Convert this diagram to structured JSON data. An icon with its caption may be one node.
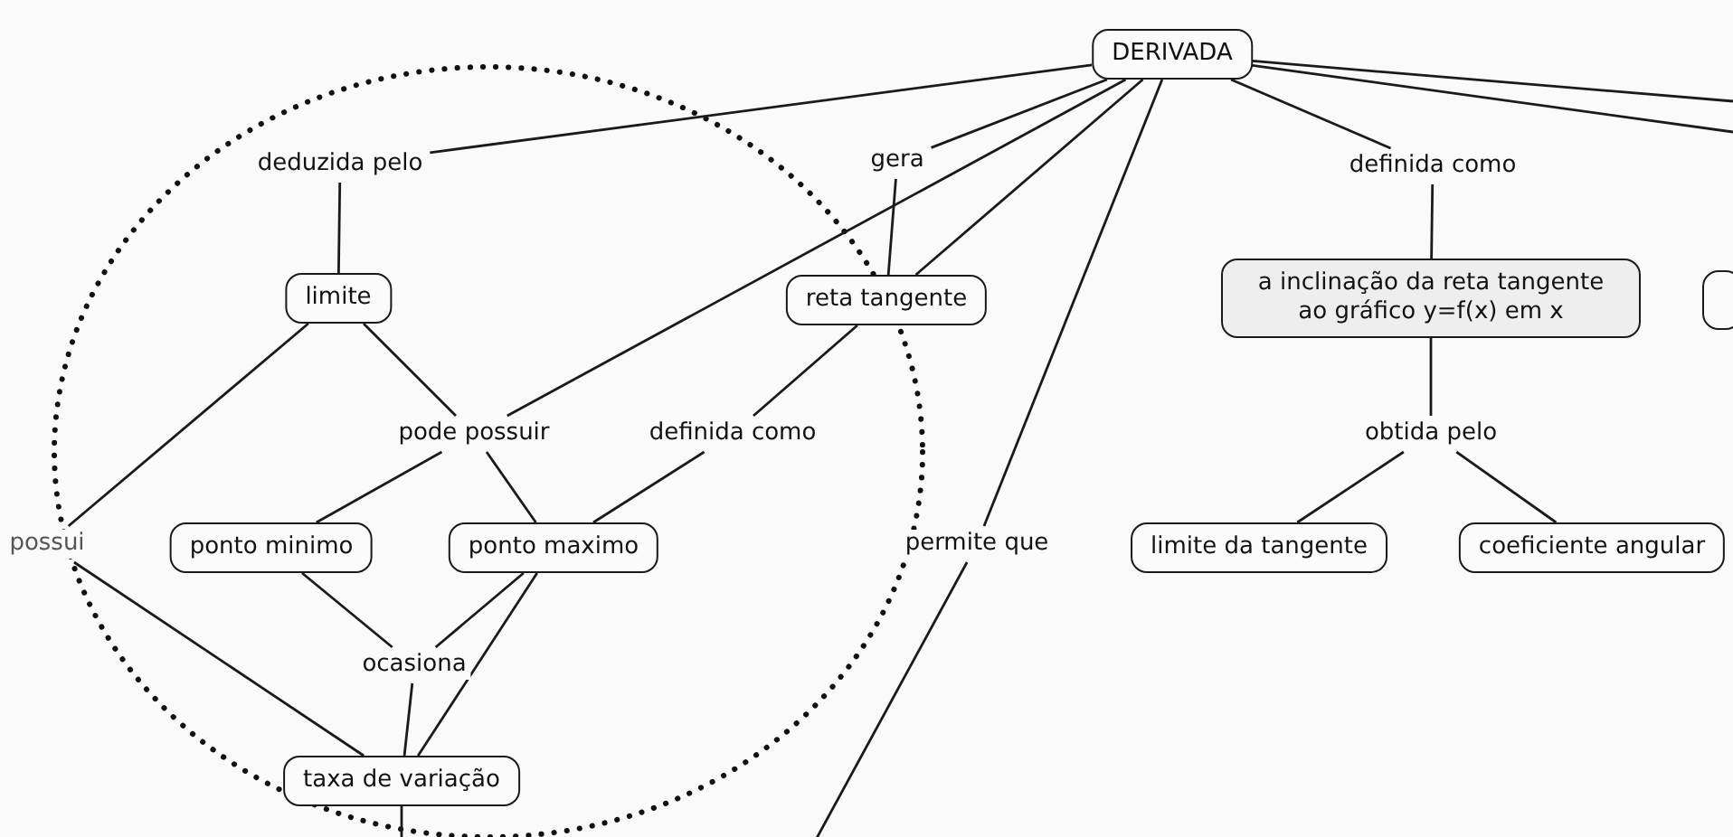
{
  "diagram": {
    "nodes": [
      {
        "text": [
          "DERIVADA"
        ]
      },
      {
        "text": [
          "deduzida pelo"
        ]
      },
      {
        "text": [
          "gera"
        ]
      },
      {
        "text": [
          "definida como"
        ]
      },
      {
        "text": [
          "limite"
        ]
      },
      {
        "text": [
          "reta tangente"
        ]
      },
      {
        "text": [
          "a inclinação da reta tangente ao gráfico y=f(x) em x"
        ]
      },
      {
        "text": [
          "pode possuir"
        ]
      },
      {
        "text": [
          "definida como"
        ]
      },
      {
        "text": [
          "obtida pelo"
        ]
      },
      {
        "text": [
          "possui"
        ]
      },
      {
        "text": [
          "ponto minimo"
        ]
      },
      {
        "text": [
          "ponto maximo"
        ]
      },
      {
        "text": [
          "permite que"
        ]
      },
      {
        "text": [
          "limite da tangente"
        ]
      },
      {
        "text": [
          "coeficiente angular"
        ]
      },
      {
        "text": [
          "ocasiona"
        ]
      },
      {
        "text": [
          "taxa de variação"
        ]
      },
      {
        "text": [],
        "shape": "box"
      }
    ],
    "edges": [
      {
        "from": 0,
        "to": 1,
        "arrow": "none"
      },
      {
        "from": 1,
        "to": 4,
        "arrow": "none"
      },
      {
        "from": 0,
        "to": 2,
        "arrow": "none"
      },
      {
        "from": 2,
        "to": 5,
        "arrow": "none"
      },
      {
        "from": 0,
        "to": 7,
        "arrow": "none"
      },
      {
        "from": 0,
        "to": 5,
        "arrow": "none"
      },
      {
        "from": 0,
        "to": 13,
        "arrow": "none"
      },
      {
        "from": 13,
        "to": null,
        "arrow": "none"
      },
      {
        "from": 0,
        "to": 3,
        "arrow": "none"
      },
      {
        "from": 0,
        "to": null,
        "arrow": "none"
      },
      {
        "from": 0,
        "to": null,
        "arrow": "none"
      },
      {
        "from": 3,
        "to": 6,
        "arrow": "none"
      },
      {
        "from": 6,
        "to": 9,
        "arrow": "none"
      },
      {
        "from": 9,
        "to": 14,
        "arrow": "none"
      },
      {
        "from": 9,
        "to": 15,
        "arrow": "none"
      },
      {
        "from": 4,
        "to": 7,
        "arrow": "none"
      },
      {
        "from": 4,
        "to": 10,
        "arrow": "none"
      },
      {
        "from": 7,
        "to": 11,
        "arrow": "none"
      },
      {
        "from": 7,
        "to": 12,
        "arrow": "none"
      },
      {
        "from": 5,
        "to": 8,
        "arrow": "none"
      },
      {
        "from": 8,
        "to": 12,
        "arrow": "none"
      },
      {
        "from": 11,
        "to": 16,
        "arrow": "none"
      },
      {
        "from": 12,
        "to": 16,
        "arrow": "none"
      },
      {
        "from": 16,
        "to": 17,
        "arrow": "none"
      },
      {
        "from": 12,
        "to": 17,
        "arrow": "none"
      },
      {
        "from": 10,
        "to": 17,
        "arrow": "none"
      },
      {
        "from": 17,
        "to": null,
        "arrow": "none"
      }
    ]
  }
}
